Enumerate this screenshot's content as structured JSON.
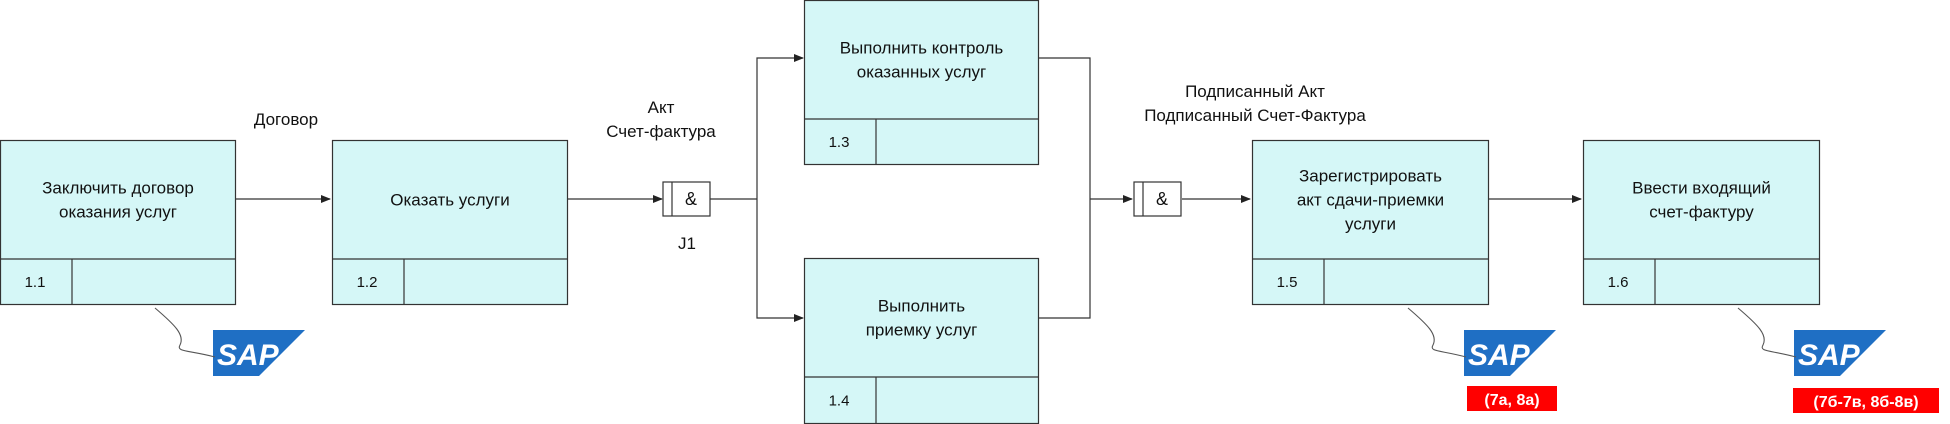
{
  "processes": [
    {
      "id": "1.1",
      "title_lines": [
        "Заключить договор",
        "оказания услуг"
      ],
      "number": "1.1"
    },
    {
      "id": "1.2",
      "title_lines": [
        "Оказать услуги"
      ],
      "number": "1.2"
    },
    {
      "id": "1.3",
      "title_lines": [
        "Выполнить контроль",
        "оказанных услуг"
      ],
      "number": "1.3"
    },
    {
      "id": "1.4",
      "title_lines": [
        "Выполнить",
        "приемку услуг"
      ],
      "number": "1.4"
    },
    {
      "id": "1.5",
      "title_lines": [
        "Зарегистрировать",
        "акт сдачи-приемки",
        "услуги"
      ],
      "number": "1.5"
    },
    {
      "id": "1.6",
      "title_lines": [
        "Ввести входящий",
        "счет-фактуру"
      ],
      "number": "1.6"
    }
  ],
  "junctions": [
    {
      "id": "j1",
      "symbol": "&",
      "label": "J1"
    },
    {
      "id": "j2",
      "symbol": "&",
      "label": ""
    }
  ],
  "flow_labels": {
    "contract": [
      "Договор"
    ],
    "act_invoice": [
      "Акт",
      "Счет-фактура"
    ],
    "signed": [
      "Подписанный Акт",
      "Подписанный Счет-Фактура"
    ]
  },
  "sap_logo": {
    "text": "SAP",
    "color": "#1f6fc4"
  },
  "badges": [
    {
      "for": "1.5",
      "text": "(7а, 8а)",
      "color": "#ff0000"
    },
    {
      "for": "1.6",
      "text": "(7б-7в, 8б-8в)",
      "color": "#ff0000"
    }
  ],
  "colors": {
    "box_fill": "#d5f7f7",
    "stroke": "#333333",
    "text": "#111111"
  }
}
